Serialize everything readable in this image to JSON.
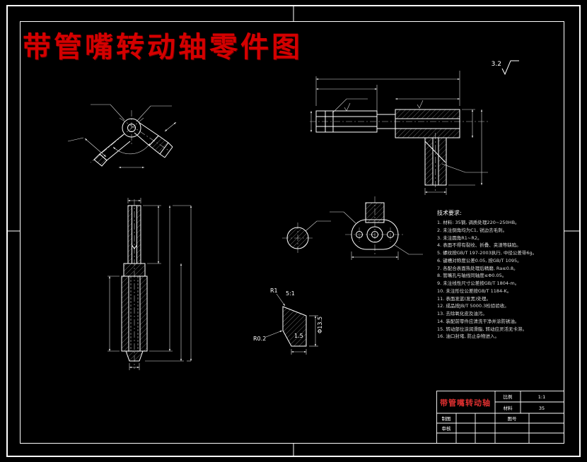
{
  "title": "带管嘴转动轴零件图",
  "roughness_mark": "3.2",
  "detail_view": {
    "r1": "R1",
    "scale": "5:1",
    "r02": "R0.2",
    "dim_15": "1.5",
    "dim_phi": "Φ13.5"
  },
  "notes": {
    "heading": "技术要求:",
    "items": [
      "1. 材料: 35钢, 调质处理220~250HB。",
      "2. 未注倒角均为C1, 锐边去毛刺。",
      "3. 未注圆角R1~R2。",
      "4. 表面不得有裂纹、折叠、夹渣等缺陷。",
      "5. 螺纹按GB/T 197-2003执行, 中径公差带6g。",
      "6. 键槽对称度公差0.05, 按GB/T 1095。",
      "7. 各配合表面热处理后精磨, Ra≤0.8。",
      "8. 管嘴孔与轴线同轴度≤Φ0.05。",
      "9. 未注线性尺寸公差按GB/T 1804-m。",
      "10. 未注形位公差按GB/T 1184-K。",
      "11. 表面发蓝(发黑)处理。",
      "12. 成品按JB/T 5000.3检验验收。",
      "13. 去除氧化皮及油污。",
      "14. 装配前零件应清洗干净并涂防锈油。",
      "15. 转动部位涂润滑脂, 转动应灵活无卡滞。",
      "16. 油口封堵, 防止杂物进入。"
    ]
  },
  "title_block": {
    "part_name": "带管嘴转动轴",
    "scale_label": "比例",
    "scale_value": "1:1",
    "material_label": "材料",
    "material_value": "35",
    "drawing_no_label": "图号",
    "drafter_label": "制图",
    "checker_label": "审核"
  },
  "colors": {
    "background": "#000000",
    "line": "#ffffff",
    "dim_line": "#dddddd",
    "title_red": "#d40000",
    "part_name_red": "#e03030"
  }
}
